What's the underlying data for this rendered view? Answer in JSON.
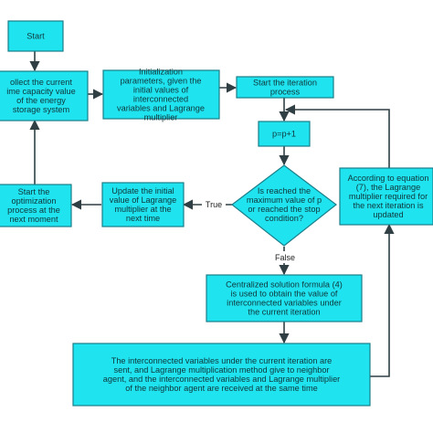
{
  "nodes": {
    "start": {
      "lines": [
        "Start"
      ]
    },
    "collect": {
      "lines": [
        "ollect the current",
        "ime capacity value",
        "of the energy",
        "storage system"
      ]
    },
    "init": {
      "lines": [
        "Initialization",
        "parameters, given the",
        "initial values of",
        "interconnected",
        "variables and Lagrange",
        "multiplier"
      ]
    },
    "start_iter": {
      "lines": [
        "Start the iteration",
        "process"
      ]
    },
    "increment": {
      "lines": [
        "p=p+1"
      ]
    },
    "decision": {
      "lines": [
        "Is reached the",
        "maximum value of p",
        "or reached the stop",
        "condition?"
      ]
    },
    "update_init": {
      "lines": [
        "Update the initial",
        "value of Lagrange",
        "multiplier at the",
        "next time"
      ]
    },
    "start_opt": {
      "lines": [
        "Start the",
        "optimization",
        "process at the",
        "next moment"
      ]
    },
    "according": {
      "lines": [
        "According to equation",
        "(7), the Lagrange",
        "multiplier required for",
        "the next iteration is",
        "updated"
      ]
    },
    "centralized": {
      "lines": [
        "Centralized solution formula (4)",
        "is used to obtain the value of",
        "interconnected variables under",
        "the current iteration"
      ]
    },
    "interconnected": {
      "lines": [
        "The interconnected variables under the current iteration are",
        "sent, and Lagrange multiplication method give to neighbor",
        "agent, and the interconnected variables and Lagrange multiplier",
        "of the neighbor agent are received at the same time"
      ]
    }
  },
  "edges": {
    "true_label": "True",
    "false_label": "False"
  }
}
